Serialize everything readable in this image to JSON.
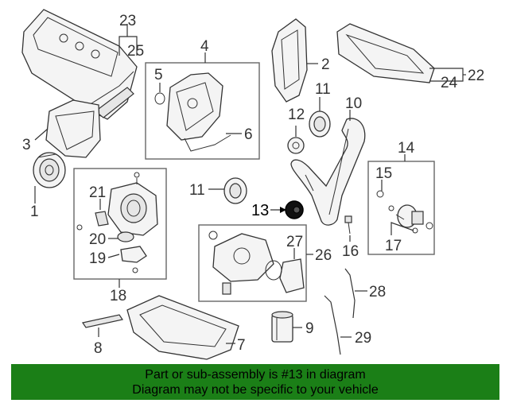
{
  "callouts": {
    "c1": "1",
    "c2": "2",
    "c3": "3",
    "c4": "4",
    "c5": "5",
    "c6": "6",
    "c7": "7",
    "c8": "8",
    "c9": "9",
    "c10": "10",
    "c11a": "11",
    "c11b": "11",
    "c12": "12",
    "c13": "13",
    "c14": "14",
    "c15": "15",
    "c16": "16",
    "c17": "17",
    "c18": "18",
    "c19": "19",
    "c20": "20",
    "c21": "21",
    "c22": "22",
    "c23": "23",
    "c24": "24",
    "c25": "25",
    "c26": "26",
    "c27": "27",
    "c28": "28",
    "c29": "29"
  },
  "highlighted_part": "13",
  "banner": {
    "line1": "Part or sub-assembly is #13 in diagram",
    "line2": "Diagram may not be specific to your vehicle",
    "color": "#1b7f17"
  }
}
